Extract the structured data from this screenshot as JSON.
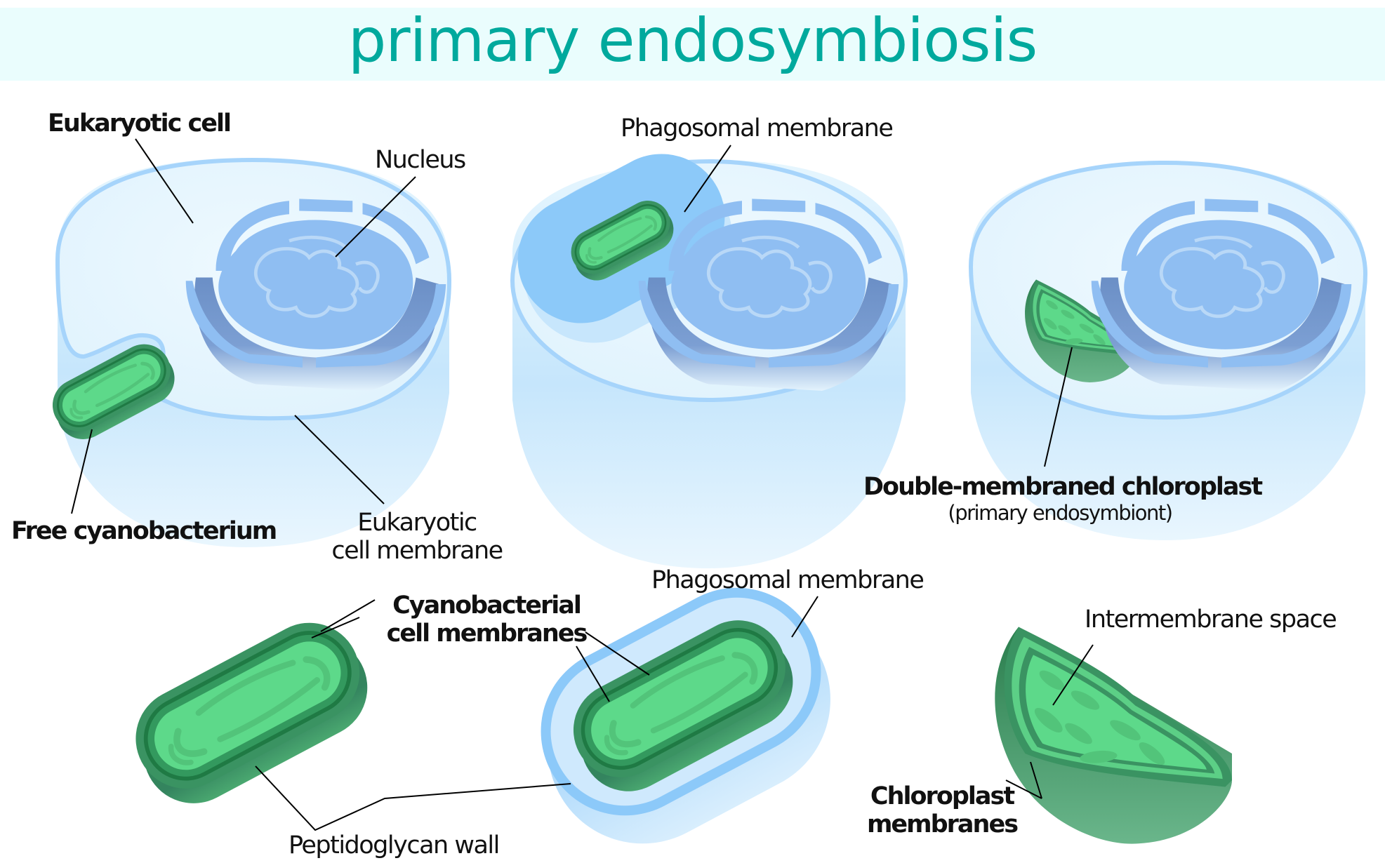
{
  "title": "primary endosymbiosis",
  "colors": {
    "title_text": "#00a99d",
    "title_band": "#eafdfd",
    "cell_membrane": "#a6d4fb",
    "cell_fill": "#e6f6fe",
    "cell_body": "#c3e4fb",
    "nucleus": "#8fbef2",
    "nucleus_dark": "#6a8fc6",
    "cyano_outer": "#3a9362",
    "cyano_dark": "#1f7a44",
    "cyano_inner": "#5dd98a",
    "cyano_thylakoid": "#52c47a",
    "phagosome": "#8cc9f9",
    "label_text": "#111111",
    "leader_line": "#000000"
  },
  "panels": {
    "stage1": {
      "eukaryotic_cell": "Eukaryotic cell",
      "nucleus": "Nucleus",
      "free_cyanobacterium": "Free cyanobacterium",
      "cell_membrane_line1": "Eukaryotic",
      "cell_membrane_line2": "cell membrane"
    },
    "stage2": {
      "phagosomal_membrane": "Phagosomal membrane"
    },
    "stage3": {
      "chloroplast": "Double-membraned chloroplast",
      "chloroplast_sub": "(primary endosymbiont)"
    }
  },
  "details": {
    "cyano_membranes_line1": "Cyanobacterial",
    "cyano_membranes_line2": "cell membranes",
    "peptidoglycan": "Peptidoglycan wall",
    "phagosomal_membrane": "Phagosomal membrane",
    "intermembrane_space": "Intermembrane space",
    "chloroplast_membranes_line1": "Chloroplast",
    "chloroplast_membranes_line2": "membranes"
  }
}
